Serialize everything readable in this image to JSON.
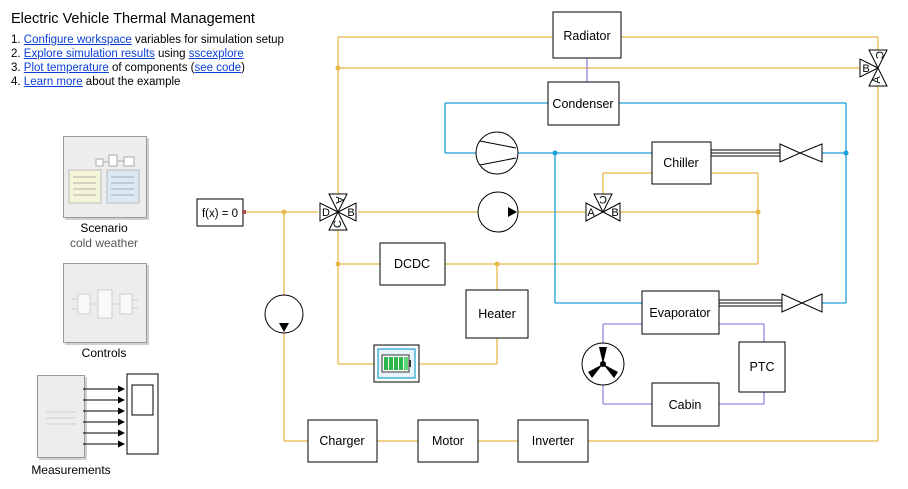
{
  "title": "Electric Vehicle Thermal Management",
  "steps": [
    {
      "num": "1.",
      "link": "Configure workspace",
      "rest": " variables for simulation setup"
    },
    {
      "num": "2.",
      "link": "Explore simulation results",
      "mid": " using ",
      "link2": "sscexplore"
    },
    {
      "num": "3.",
      "link": "Plot temperature",
      "mid": " of components (",
      "link2": "see code",
      "end": ")"
    },
    {
      "num": "4.",
      "link": "Learn more",
      "rest": " about the example"
    }
  ],
  "subsystems": {
    "scenario": {
      "label": "Scenario",
      "sub": "cold weather"
    },
    "controls": {
      "label": "Controls"
    },
    "measurements": {
      "label": "Measurements"
    }
  },
  "blocks": {
    "radiator": "Radiator",
    "condenser": "Condenser",
    "chiller": "Chiller",
    "dcdc": "DCDC",
    "heater": "Heater",
    "evaporator": "Evaporator",
    "ptc": "PTC",
    "cabin": "Cabin",
    "charger": "Charger",
    "motor": "Motor",
    "inverter": "Inverter",
    "solver": "f(x) = 0"
  },
  "valve_ports": {
    "left_valve": [
      "D",
      "A",
      "B",
      "C"
    ],
    "mid_valve": [
      "C",
      "A",
      "B"
    ],
    "right_valve": [
      "C",
      "B",
      "A"
    ]
  },
  "colors": {
    "coolant": "#e8b84a",
    "refrigerant": "#1a9fd6",
    "air": "#9a82e0",
    "link": "#0b3fd6"
  }
}
